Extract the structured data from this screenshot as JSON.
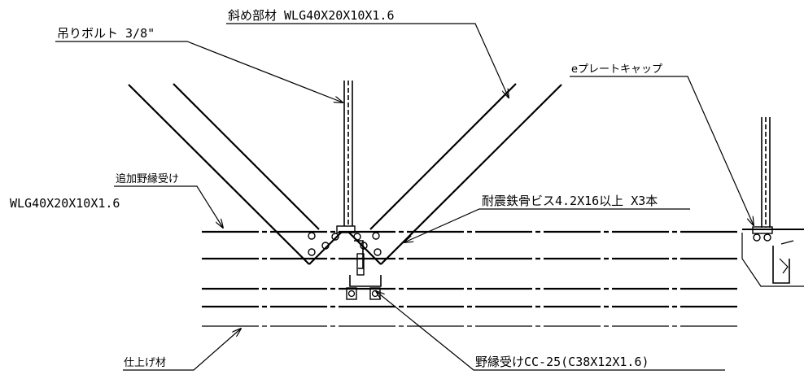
{
  "labels": {
    "diagonal_member": "斜め部材 WLG40X20X10X1.6",
    "hanging_bolt": "吊りボルト 3/8\"",
    "e_plate_cap": "eプレートキャップ",
    "additional_runner_receiver": "追加野縁受け",
    "additional_runner_receiver_spec": "WLG40X20X10X1.6",
    "seismic_screw": "耐震鉄骨ビス4.2X16以上 X3本",
    "finishing_material": "仕上げ材",
    "runner_receiver": "野縁受けCC-25(C38X12X1.6)"
  },
  "colors": {
    "line": "#000000",
    "background": "#ffffff"
  }
}
